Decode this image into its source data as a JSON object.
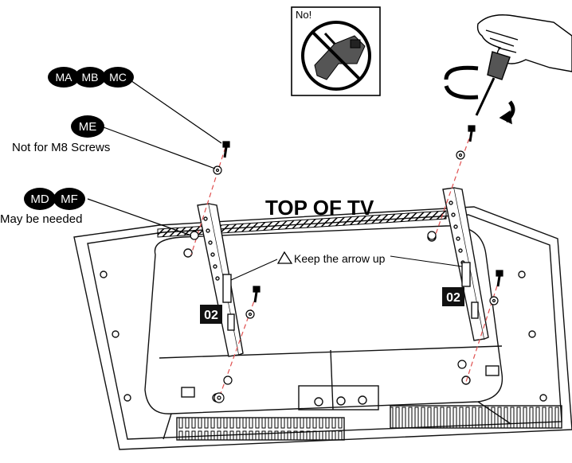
{
  "warning_box": {
    "label": "No!"
  },
  "callouts": [
    {
      "parts": [
        "MA",
        "MB",
        "MC"
      ]
    },
    {
      "parts": [
        "ME"
      ],
      "note": "Not for M8 Screws"
    },
    {
      "parts": [
        "MD",
        "MF"
      ],
      "note": "May be needed"
    }
  ],
  "top_label": "TOP OF TV",
  "arrow_note": "Keep the arrow up",
  "bracket_left_tag": "02",
  "bracket_right_tag": "02",
  "colors": {
    "line": "#111111",
    "dashed": "#e05050",
    "ink": "#000000"
  }
}
